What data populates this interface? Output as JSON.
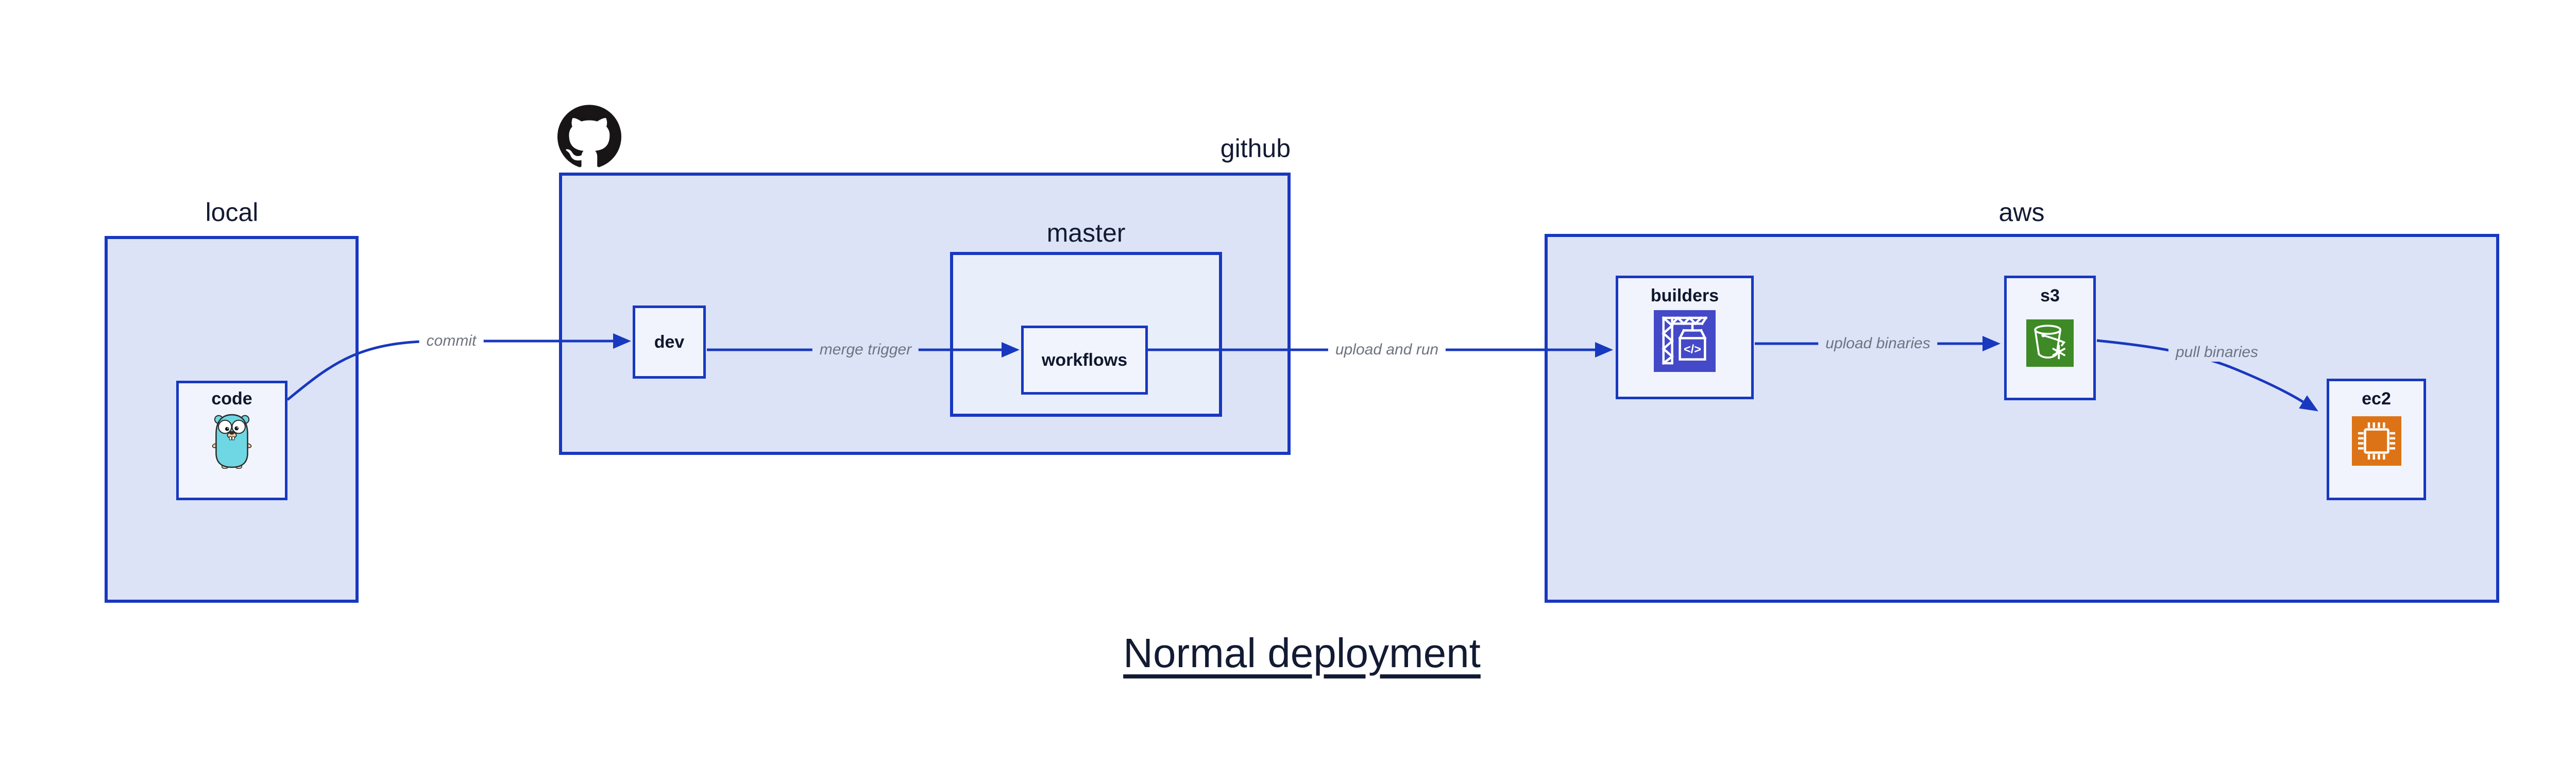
{
  "title": "Normal deployment",
  "colors": {
    "accent": "#1838bf",
    "container_fill": "#dce3f7",
    "master_fill": "#e9eefb",
    "node_fill": "#f1f4fc",
    "text_navy": "#10182f",
    "heading_navy": "#131b33",
    "edge_label": "#6d7480",
    "builders_bg": "#4449c8",
    "s3_bg": "#3e8a26",
    "ec2_bg": "#dd7317",
    "gopher_teal": "#6fd7e4",
    "github_black": "#171515"
  },
  "containers": {
    "local": {
      "label": "local"
    },
    "github": {
      "label": "github"
    },
    "master": {
      "label": "master"
    },
    "aws": {
      "label": "aws"
    }
  },
  "nodes": {
    "code": {
      "label": "code",
      "icon": "go-gopher-icon"
    },
    "dev": {
      "label": "dev"
    },
    "workflows": {
      "label": "workflows"
    },
    "builders": {
      "label": "builders",
      "icon": "codebuild-crane-icon"
    },
    "s3": {
      "label": "s3",
      "icon": "s3-glacier-bucket-icon"
    },
    "ec2": {
      "label": "ec2",
      "icon": "ec2-chip-icon"
    }
  },
  "edges": {
    "commit": {
      "label": "commit"
    },
    "merge_trigger": {
      "label": "merge trigger"
    },
    "upload_and_run": {
      "label": "upload and run"
    },
    "upload_binaries": {
      "label": "upload binaries"
    },
    "pull_binaries": {
      "label": "pull binaries"
    }
  },
  "logos": {
    "github_mark": "github-octocat-icon"
  }
}
